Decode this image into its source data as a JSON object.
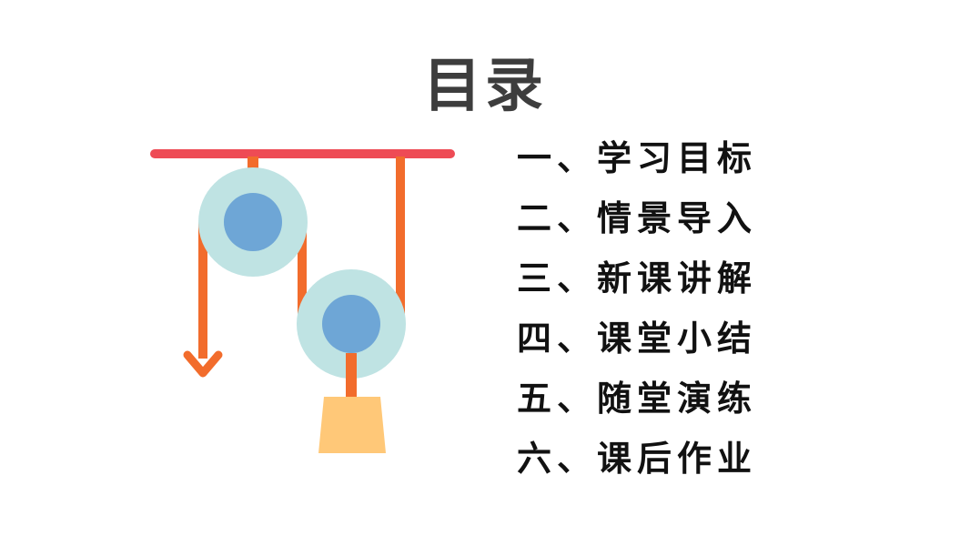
{
  "slide": {
    "title": "目录",
    "menu": [
      "一、学习目标",
      "二、情景导入",
      "三、新课讲解",
      "四、课堂小结",
      "五、随堂演练",
      "六、课后作业"
    ]
  },
  "illustration": {
    "icon": "pulley-system-icon",
    "colors": {
      "beam": "#ee4b55",
      "rope": "#f26c2c",
      "wheel_outer": "#bfe3e3",
      "wheel_inner": "#6ea6d6",
      "weight": "#ffc878"
    }
  }
}
